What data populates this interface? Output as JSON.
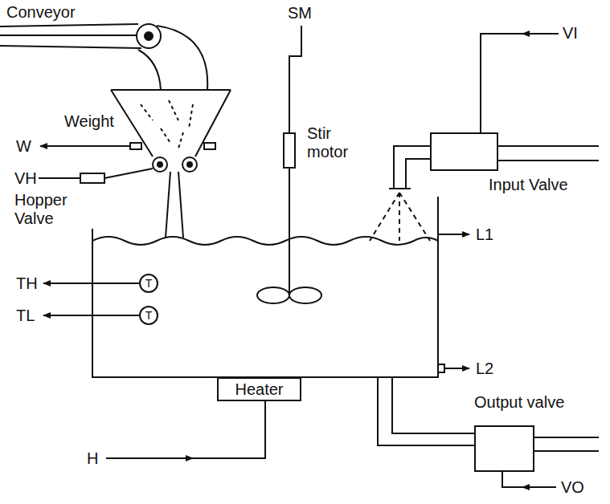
{
  "diagram": {
    "nodes": [
      {
        "text": [
          "Input Valve"
        ]
      },
      {
        "text": [
          "Stir motor"
        ]
      },
      {
        "text": [
          "Heater"
        ]
      },
      {
        "text": [
          "Output valve"
        ]
      }
    ],
    "labels": [
      "Conveyor",
      "SM",
      "VI",
      "Weight",
      "W",
      "VH",
      "Hopper Valve",
      "L1",
      "T",
      "TH",
      "T",
      "TL",
      "L2",
      "H",
      "VO"
    ]
  }
}
